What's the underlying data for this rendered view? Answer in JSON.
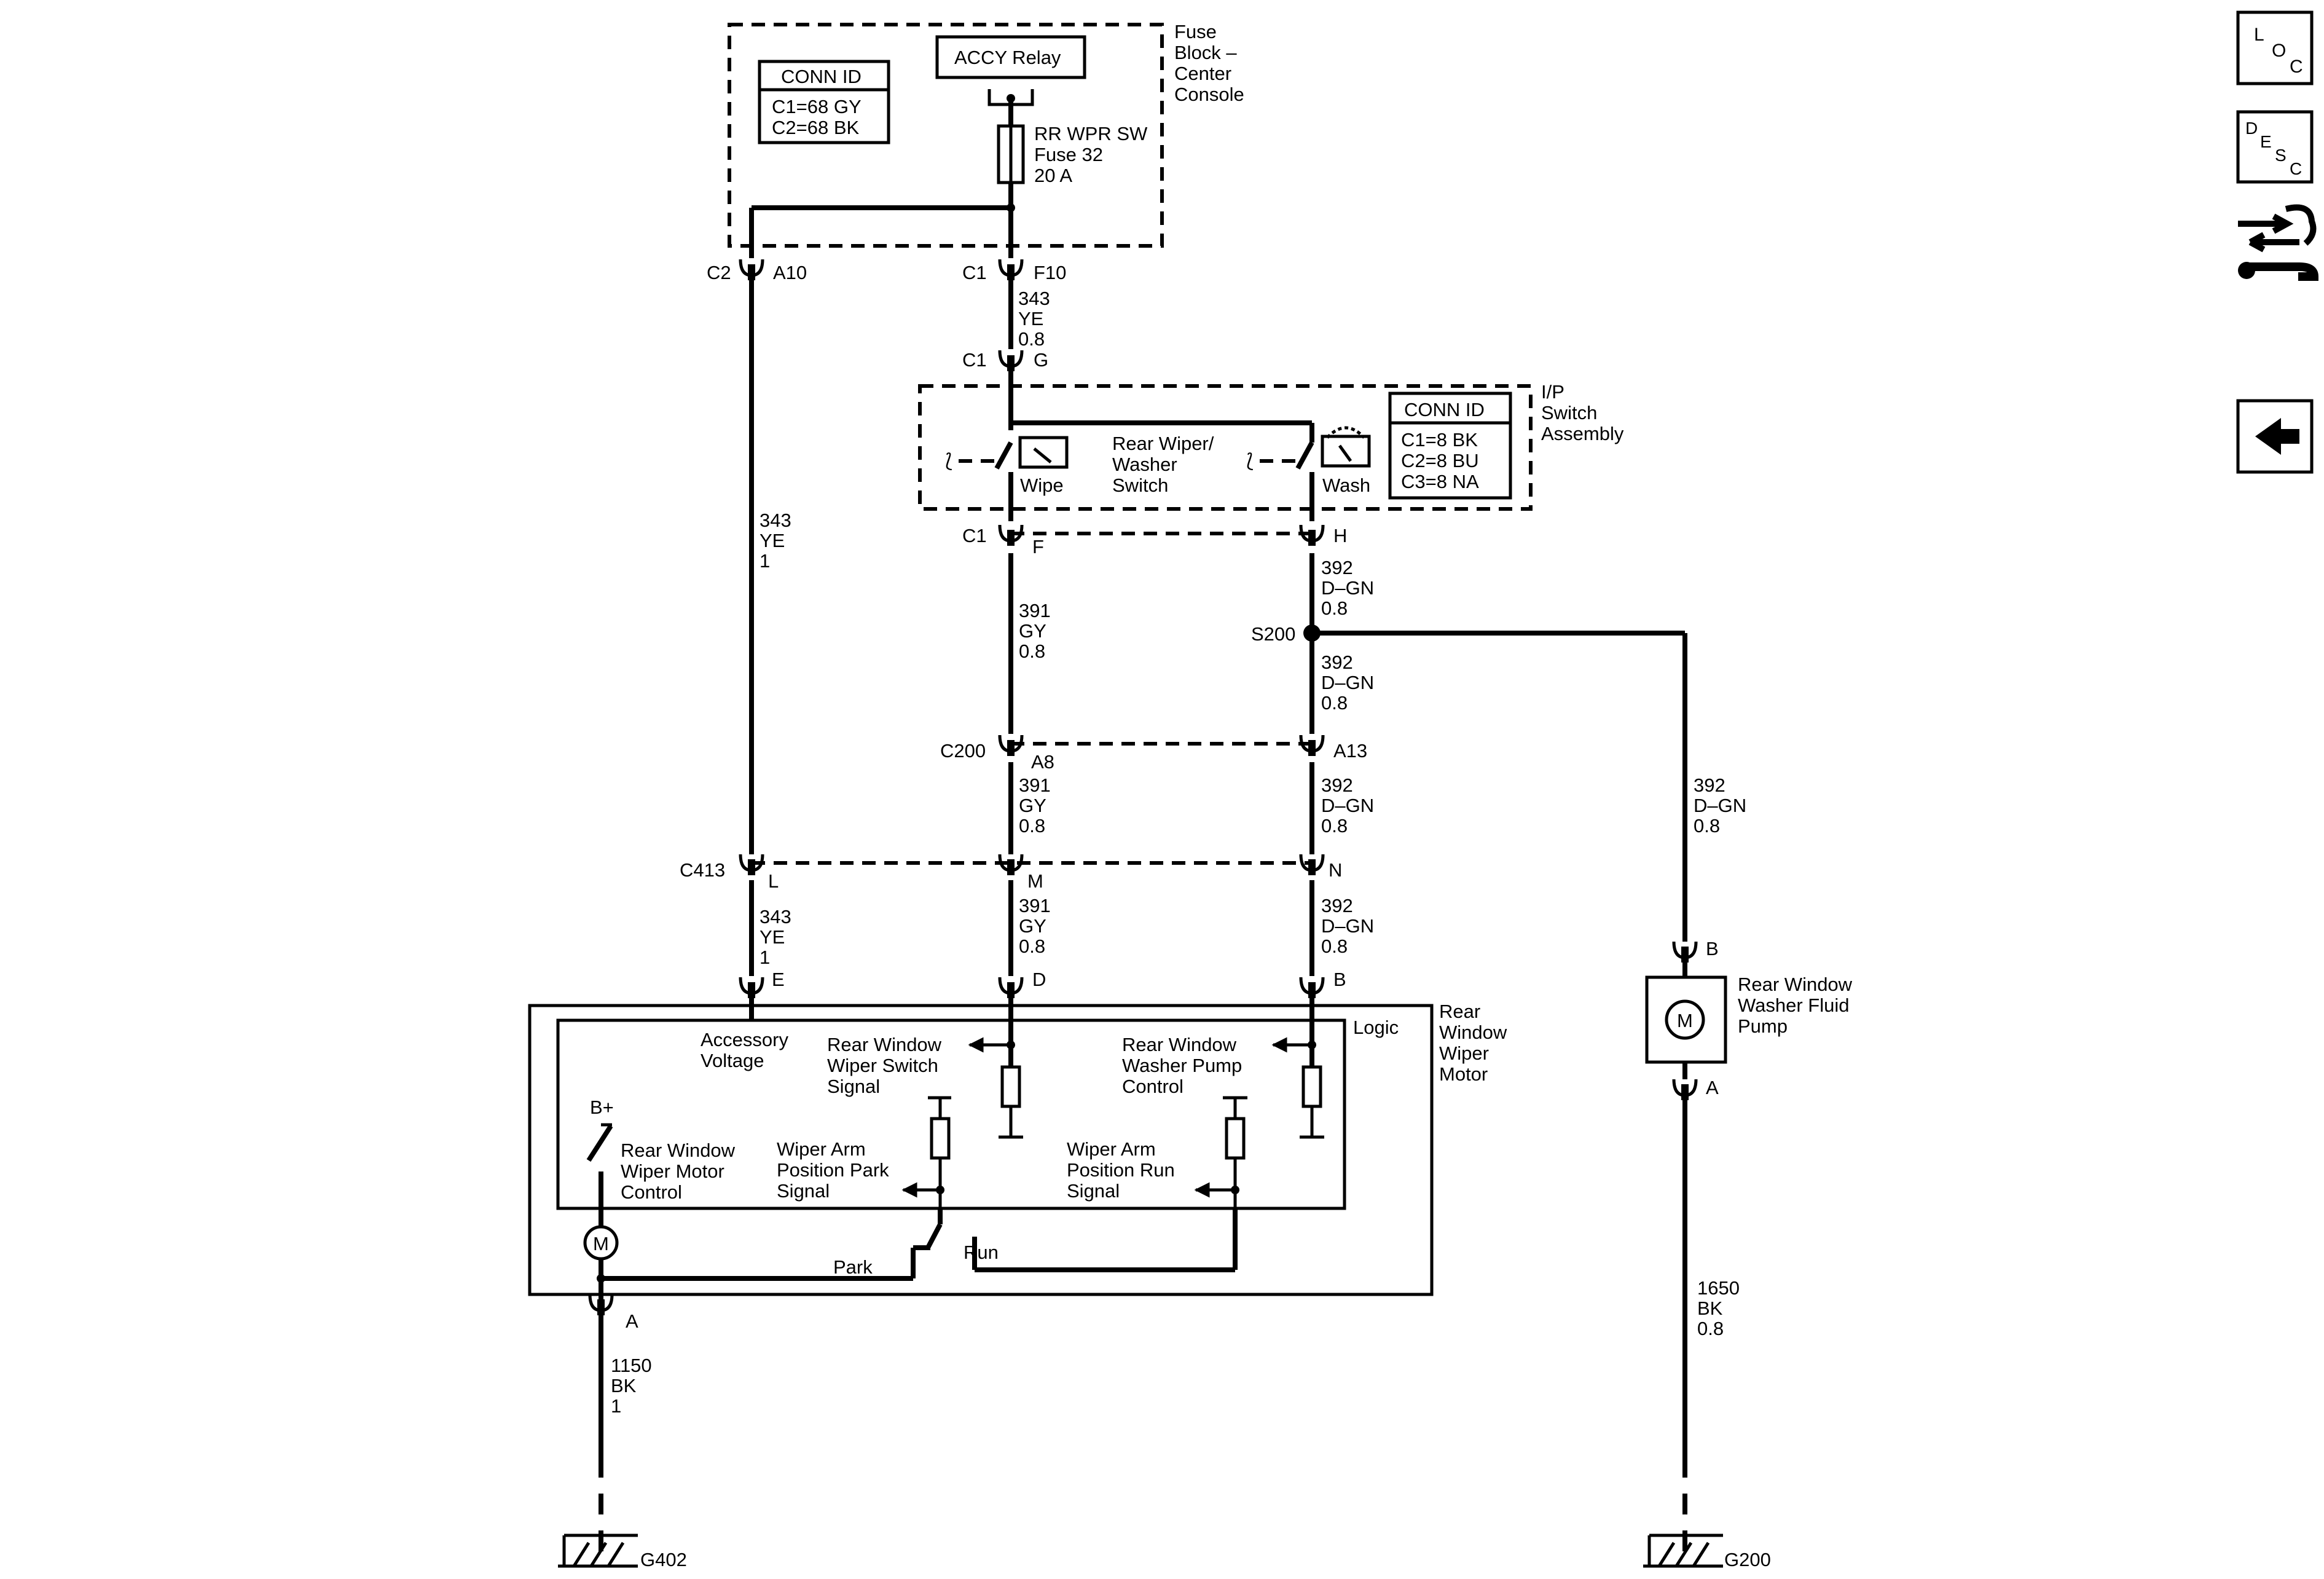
{
  "fuse_block": {
    "label": [
      "Fuse",
      "Block –",
      "Center",
      "Console"
    ],
    "conn_id_title": "CONN ID",
    "conn_id_lines": [
      "C1=68 GY",
      "C2=68 BK"
    ],
    "relay": "ACCY Relay",
    "fuse_lines": [
      "RR WPR SW",
      "Fuse 32",
      "20 A"
    ]
  },
  "connectors": {
    "c2": "C2",
    "a10": "A10",
    "c1a": "C1",
    "f10": "F10",
    "c1b": "C1",
    "g": "G",
    "c1c": "C1",
    "f": "F",
    "h": "H",
    "c200": "C200",
    "a8": "A8",
    "a13": "A13",
    "c413": "C413",
    "l": "L",
    "m": "M",
    "n": "N",
    "e": "E",
    "d": "D",
    "b": "B",
    "a": "A",
    "pump_b": "B",
    "pump_a": "A"
  },
  "splice": "S200",
  "wires": {
    "w343_short": [
      "343",
      "YE",
      "0.8"
    ],
    "w343_long": [
      "343",
      "YE",
      "1"
    ],
    "w391_a": [
      "391",
      "GY",
      "0.8"
    ],
    "w392_a": [
      "392",
      "D–GN",
      "0.8"
    ],
    "w392_b": [
      "392",
      "D–GN",
      "0.8"
    ],
    "w391_b": [
      "391",
      "GY",
      "0.8"
    ],
    "w392_c": [
      "392",
      "D–GN",
      "0.8"
    ],
    "w392_pump": [
      "392",
      "D–GN",
      "0.8"
    ],
    "w343_c": [
      "343",
      "YE",
      "1"
    ],
    "w391_c": [
      "391",
      "GY",
      "0.8"
    ],
    "w392_d": [
      "392",
      "D–GN",
      "0.8"
    ],
    "w1150": [
      "1150",
      "BK",
      "1"
    ],
    "w1650": [
      "1650",
      "BK",
      "0.8"
    ]
  },
  "switch_assembly": {
    "label": [
      "I/P",
      "Switch",
      "Assembly"
    ],
    "switch_label": [
      "Rear Wiper/",
      "Washer",
      "Switch"
    ],
    "wipe": "Wipe",
    "wash": "Wash",
    "conn_id_title": "CONN ID",
    "conn_id_lines": [
      "C1=8 BK",
      "C2=8 BU",
      "C3=8 NA"
    ]
  },
  "motor": {
    "label": [
      "Rear",
      "Window",
      "Wiper",
      "Motor"
    ],
    "logic": "Logic",
    "accessory_voltage": [
      "Accessory",
      "Voltage"
    ],
    "wiper_switch_signal": [
      "Rear Window",
      "Wiper Switch",
      "Signal"
    ],
    "washer_pump_control": [
      "Rear Window",
      "Washer Pump",
      "Control"
    ],
    "bplus": "B+",
    "motor_control": [
      "Rear Window",
      "Wiper Motor",
      "Control"
    ],
    "park_signal": [
      "Wiper Arm",
      "Position Park",
      "Signal"
    ],
    "run_signal": [
      "Wiper Arm",
      "Position Run",
      "Signal"
    ],
    "park": "Park",
    "run": "Run",
    "motor_symbol": "M"
  },
  "pump": {
    "label": [
      "Rear Window",
      "Washer Fluid",
      "Pump"
    ],
    "motor_symbol": "M"
  },
  "grounds": {
    "g402": "G402",
    "g200": "G200"
  },
  "nav": {
    "loc": [
      "L",
      "O",
      "C"
    ],
    "desc": [
      "D",
      "E",
      "S",
      "C"
    ],
    "icons": [
      "connector-tool-icon",
      "back-arrow-icon"
    ]
  }
}
